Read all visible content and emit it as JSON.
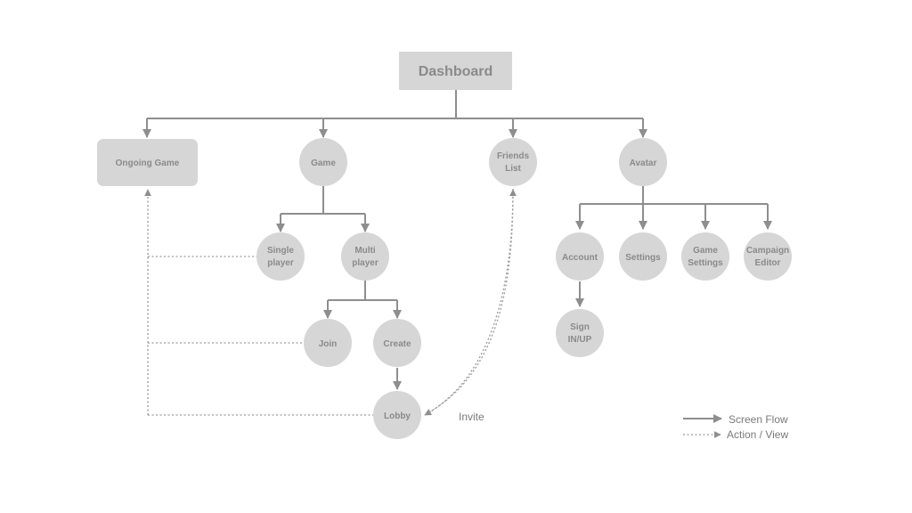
{
  "nodes": {
    "dashboard": "Dashboard",
    "ongoing_game": "Ongoing Game",
    "game": "Game",
    "friends_list": [
      "Friends",
      "List"
    ],
    "avatar": "Avatar",
    "single_player": [
      "Single",
      "player"
    ],
    "multi_player": [
      "Multi",
      "player"
    ],
    "join": "Join",
    "create": "Create",
    "lobby": "Lobby",
    "account": "Account",
    "settings": "Settings",
    "game_settings": [
      "Game",
      "Settings"
    ],
    "campaign_editor": [
      "Campaign",
      "Editor"
    ],
    "sign_in_up": [
      "Sign",
      "IN/UP"
    ]
  },
  "edge_labels": {
    "invite": "Invite"
  },
  "legend": {
    "screen_flow": "Screen Flow",
    "action_view": "Action / View"
  },
  "colors": {
    "node_fill": "#d6d6d6",
    "line": "#8e8e8e",
    "text": "#8a8a8a"
  }
}
